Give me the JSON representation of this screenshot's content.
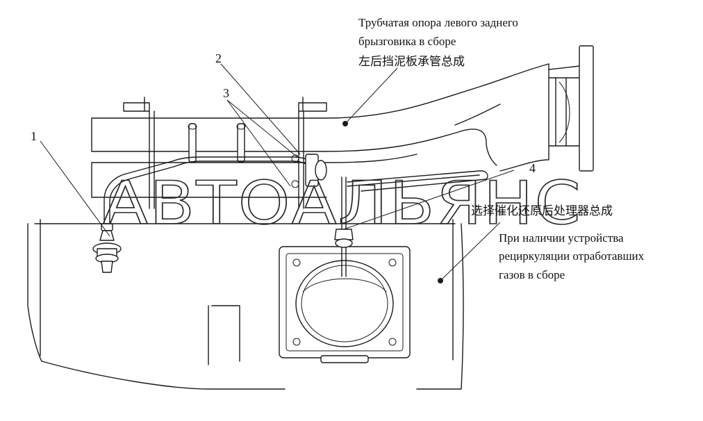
{
  "labels": {
    "pipe_support_ru_line1": "Трубчатая опора левого заднего",
    "pipe_support_ru_line2": "брызговика в сборе",
    "pipe_support_zh": "左后挡泥板承管总成",
    "scr_zh": "选择催化还原后处理器总成",
    "egr_ru_line1": "При наличии устройства",
    "egr_ru_line2": "рециркуляции отработавших",
    "egr_ru_line3": "газов в сборе"
  },
  "callouts": {
    "n1": "1",
    "n2": "2",
    "n3": "3",
    "n4": "4"
  },
  "watermark": "АВТОАЛЬЯНС"
}
